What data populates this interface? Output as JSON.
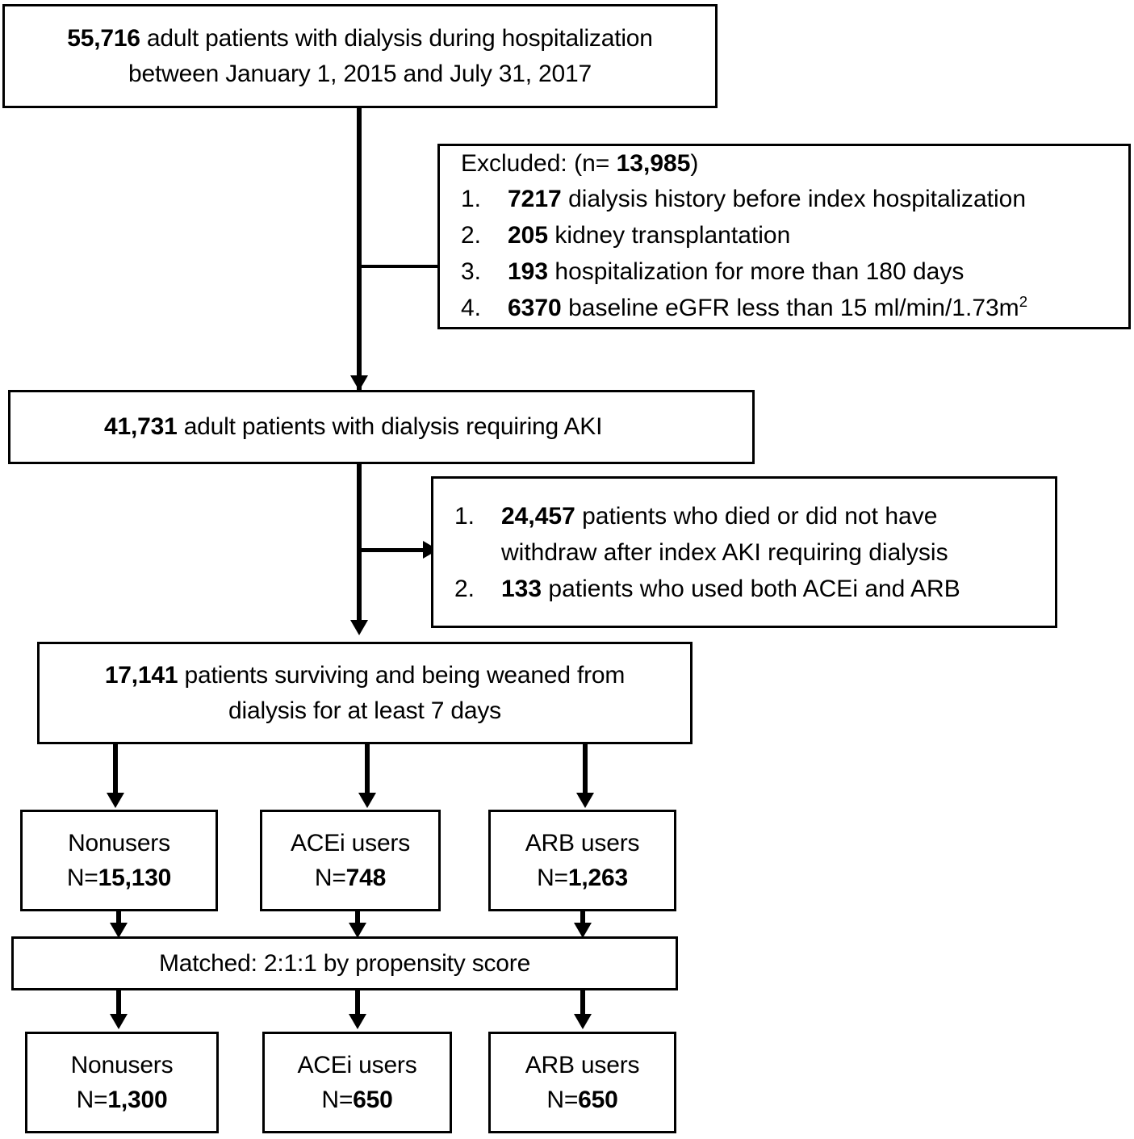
{
  "flowchart": {
    "title": "Study population selection flow diagram",
    "boxes": {
      "cohort_initial": {
        "line1_count": "55,716",
        "line1_text": " adult patients with dialysis during hospitalization",
        "line2_text": "between January 1, 2015 and July 31, 2017"
      },
      "excluded_first": {
        "header_label": "Excluded: (n= ",
        "header_count": "13,985",
        "header_close": ")",
        "items": [
          {
            "index": "1.",
            "count": "7217",
            "text": " dialysis history before index hospitalization"
          },
          {
            "index": "2.",
            "count": "205",
            "text": " kidney transplantation"
          },
          {
            "index": "3.",
            "count": "193",
            "text": " hospitalization for more than 180 days"
          },
          {
            "index": "4.",
            "count": "6370",
            "text": " baseline eGFR less than 15 ml/min/1.73m",
            "sup": "2"
          }
        ]
      },
      "cohort_aki": {
        "count": "41,731",
        "text": " adult patients with dialysis requiring AKI"
      },
      "excluded_second": {
        "items": [
          {
            "index": "1.",
            "count": "24,457",
            "text": " patients who died or did not have",
            "cont": "withdraw after index AKI requiring dialysis"
          },
          {
            "index": "2.",
            "count": "133",
            "text": " patients who used both ACEi and ARB"
          }
        ]
      },
      "cohort_weaned": {
        "line1_count": "17,141",
        "line1_text": " patients surviving and being weaned from",
        "line2_text": "dialysis for at least 7 days"
      },
      "matched": {
        "text": "Matched: 2:1:1 by propensity score"
      }
    },
    "groups_unmatched": [
      {
        "label": "Nonusers",
        "n_prefix": "N=",
        "n_value": "15,130"
      },
      {
        "label": "ACEi users",
        "n_prefix": "N=",
        "n_value": "748"
      },
      {
        "label": "ARB users",
        "n_prefix": "N=",
        "n_value": "1,263"
      }
    ],
    "groups_matched": [
      {
        "label": "Nonusers",
        "n_prefix": "N=",
        "n_value": "1,300"
      },
      {
        "label": "ACEi users",
        "n_prefix": "N=",
        "n_value": "650"
      },
      {
        "label": "ARB users",
        "n_prefix": "N=",
        "n_value": "650"
      }
    ],
    "colors": {
      "stroke": "#000000",
      "background": "#ffffff",
      "text": "#000000"
    }
  }
}
